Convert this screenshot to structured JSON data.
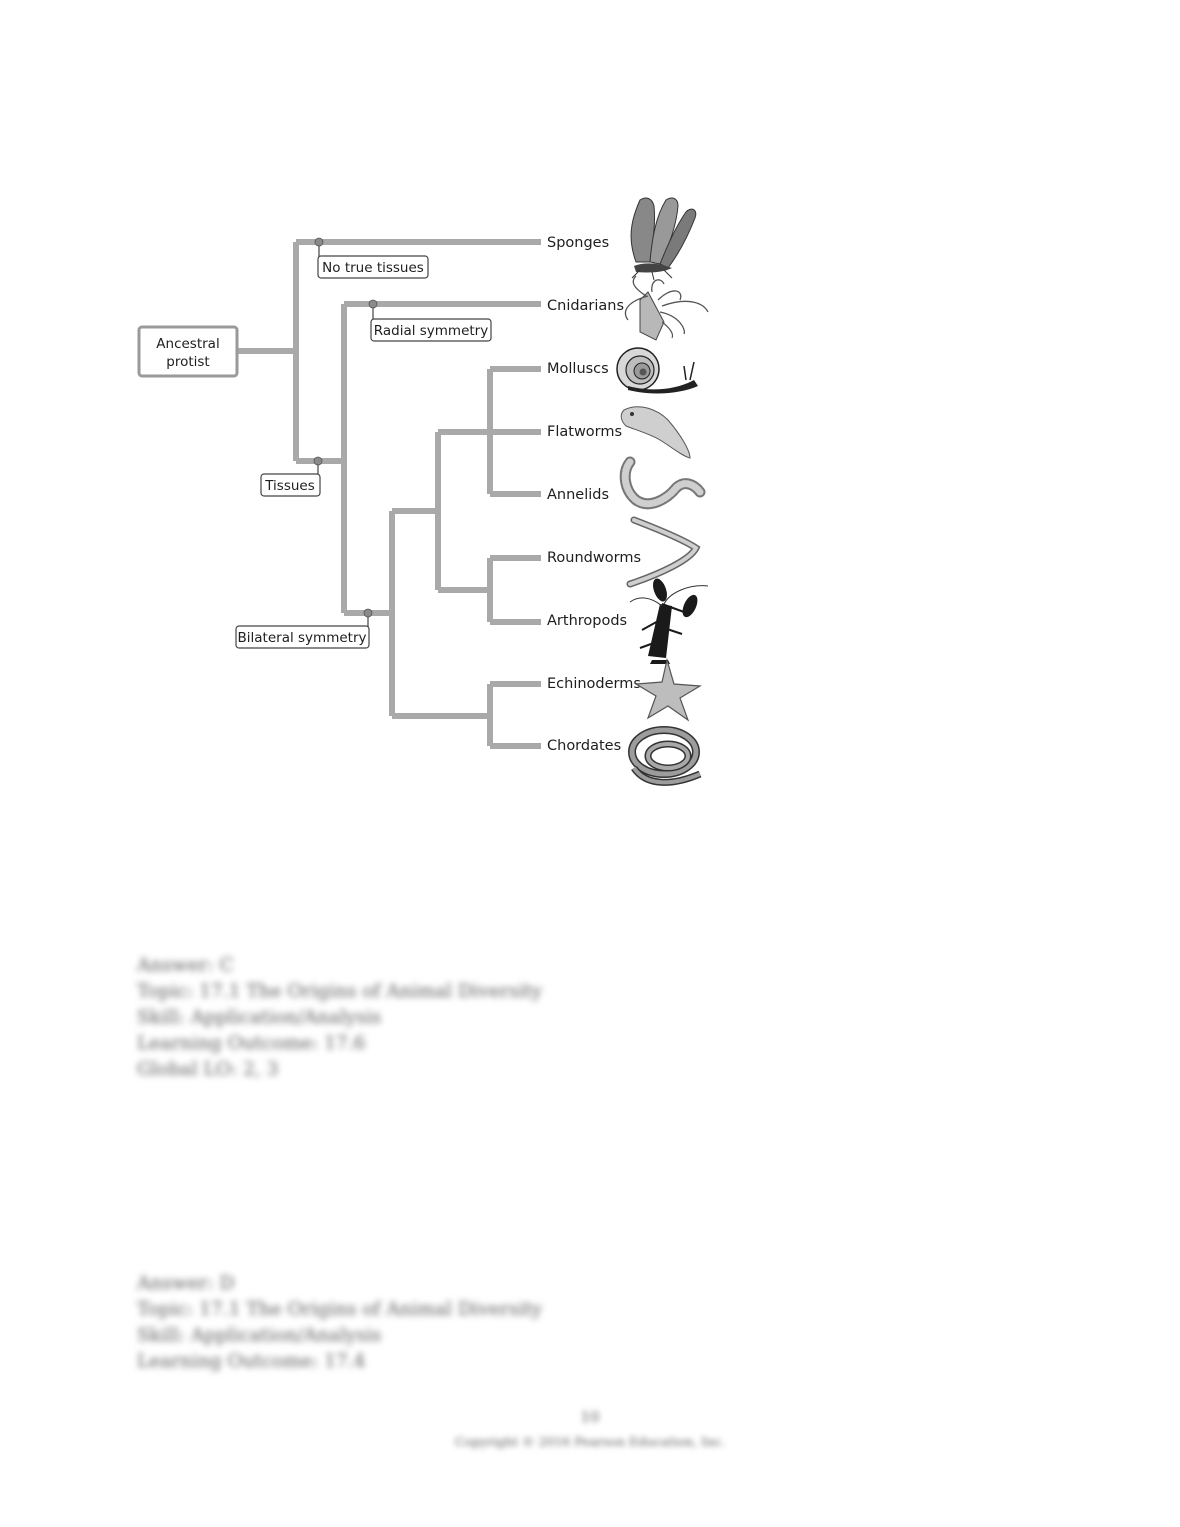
{
  "diagram": {
    "root": {
      "line1": "Ancestral",
      "line2": "protist"
    },
    "traits": {
      "no_true_tissues": "No true tissues",
      "tissues": "Tissues",
      "radial_symmetry": "Radial symmetry",
      "bilateral_symmetry": "Bilateral symmetry"
    },
    "taxa": [
      "Sponges",
      "Cnidarians",
      "Molluscs",
      "Flatworms",
      "Annelids",
      "Roundworms",
      "Arthropods",
      "Echinoderms",
      "Chordates"
    ],
    "icons": [
      "sponge-icon",
      "cnidarian-icon",
      "snail-icon",
      "flatworm-icon",
      "annelid-icon",
      "roundworm-icon",
      "lobster-icon",
      "starfish-icon",
      "snake-icon"
    ]
  },
  "answer_block_1": {
    "answer": "Answer: C",
    "topic": "Topic: 17.1 The Origins of Animal Diversity",
    "skill": "Skill: Application/Analysis",
    "learning_outcome": "Learning Outcome: 17.6",
    "global_lo": "Global LO: 2, 3"
  },
  "answer_block_2": {
    "answer": "Answer: D",
    "topic": "Topic: 17.1 The Origins of Animal Diversity",
    "skill": "Skill: Application/Analysis",
    "learning_outcome": "Learning Outcome: 17.4"
  },
  "footer": {
    "page_number": "10",
    "copyright": "Copyright © 2016 Pearson Education, Inc."
  }
}
